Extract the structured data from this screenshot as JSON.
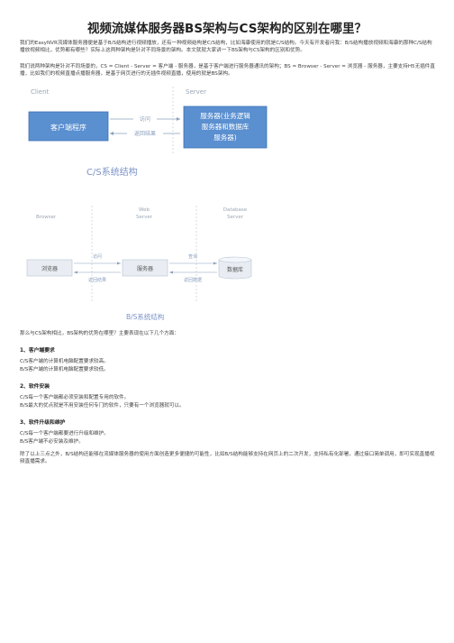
{
  "title": "视频流媒体服务器BS架构与CS架构的区别在哪里？",
  "intro": "我们的EasyNVR流媒体服务器便是基于B/S结构进行视频播放，还有一种视频结构是C/S结构，比如海康使用的就是C/S结构。今天有开发者问我：B/S结构播放视频和海康的那种C/S结构播放视频相比，优势都有哪些？实际上这两种架构是针对不同场景的架构。本文就就大家讲一下BS架构与CS架构的区别和优势。",
  "intro2": "我们说两种架构是针对不同场景的，CS = Client - Server = 客户端 - 服务器，是基于客户端进行服务器通讯的架构；BS = Browser - Server = 浏览器 - 服务器，主要支持H5无插件直播，比如我们的视频直播点播服务器，是基于网页进行的无插件视频直播，使用的就是BS架构。",
  "cs_diagram": {
    "client_label": "Client",
    "server_label": "Server",
    "client_box": "客户端程序",
    "server_box_lines": [
      "服务器(业务逻辑",
      "服务器和数据库",
      "服务器)"
    ],
    "arrow_top": "访问",
    "arrow_bottom": "返回结果",
    "caption": "C/S系统结构"
  },
  "bs_diagram": {
    "col1": "Browser",
    "col2_lines": [
      "Web",
      "Server"
    ],
    "col3_lines": [
      "Database",
      "Server"
    ],
    "box1": "浏览器",
    "box2": "服务器",
    "box3": "数据库",
    "arrow1_top": "访问",
    "arrow1_bottom": "返回结果",
    "arrow2_top": "查询",
    "arrow2_bottom": "返回数据",
    "caption": "B/S系统结构"
  },
  "question": "那么与CS架构相比，BS架构的优势在哪里？主要表现在以下几个方面：",
  "s1_heading": "1、客户端要求",
  "s1_line1": "C/S客户端的计算机电脑配置要求较高。",
  "s1_line2": "B/S客户端的计算机电脑配置要求较低。",
  "s2_heading": "2、软件安装",
  "s2_line1": "C/S每一个客户端都必须安装和配置专用的软件。",
  "s2_line2": "B/S最大的优点就是不用安装任何专门的软件，只要有一个浏览器就可以。",
  "s3_heading": "3、软件升级和维护",
  "s3_line1": "C/S每一个客户端都要进行升级和维护。",
  "s3_line2": "B/S客户端不必安装及维护。",
  "conclusion": "除了以上三点之外，B/S结构还能够在流媒体服务器的使用方面创造更多便捷的可能性，比如B/S结构能够支持在网页上的二次开发，支持私有化部署，通过接口简单调用，即可实现直播视频直播需求。",
  "colors": {
    "box_fill": "#5a8fd0",
    "box_stroke": "#3f73b8",
    "diagram_text": "#9aa6b4",
    "caption": "#7c93c7"
  }
}
